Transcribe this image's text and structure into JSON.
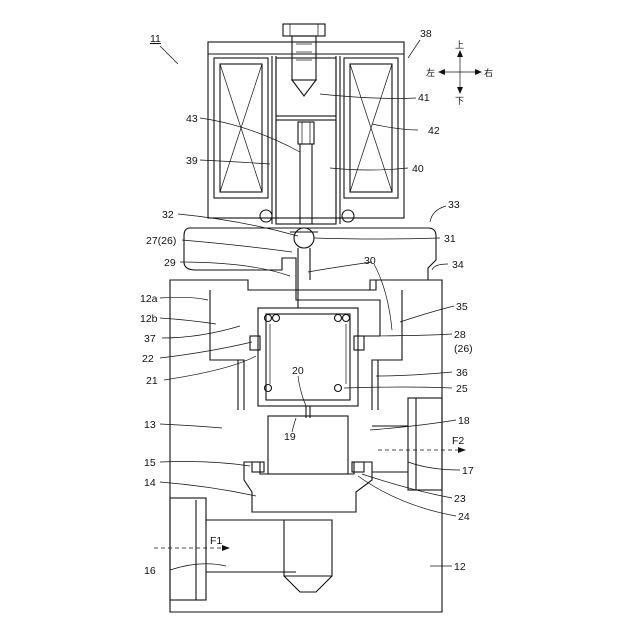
{
  "figure": {
    "title_ref": "11",
    "labels": [
      "38",
      "41",
      "43",
      "42",
      "39",
      "40",
      "32",
      "33",
      "27(26)",
      "31",
      "29",
      "30",
      "34",
      "12a",
      "12b",
      "35",
      "37",
      "28",
      "(26)",
      "22",
      "21",
      "20",
      "36",
      "25",
      "18",
      "13",
      "19",
      "F2",
      "15",
      "17",
      "14",
      "23",
      "24",
      "F1",
      "16",
      "12"
    ],
    "direction": {
      "up": "上",
      "down": "下",
      "left": "左",
      "right": "右"
    }
  }
}
